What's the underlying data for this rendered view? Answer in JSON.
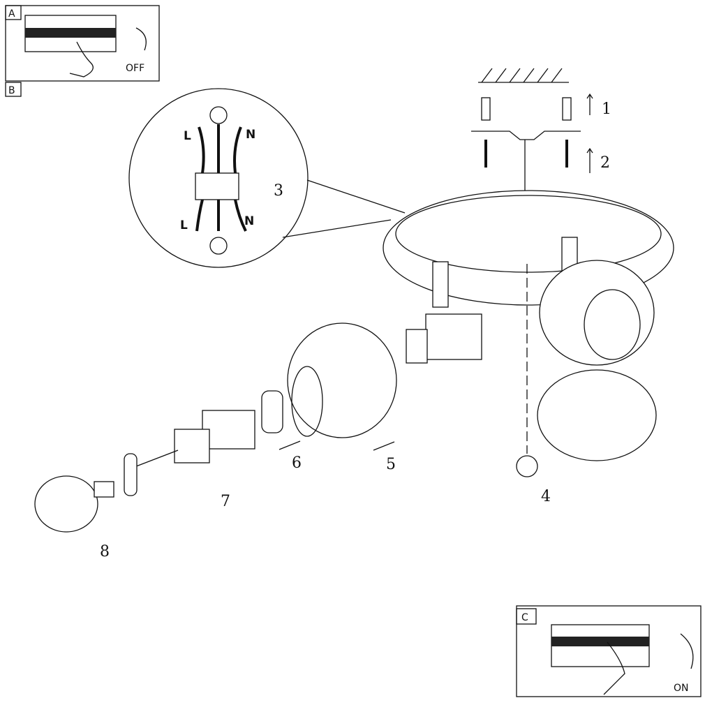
{
  "panels": {
    "a": {
      "letter": "A",
      "state": "OFF"
    },
    "b": {
      "letter": "B"
    },
    "c": {
      "letter": "C",
      "state": "ON"
    }
  },
  "wiring": {
    "live_top": "L",
    "neutral_top": "N",
    "live_bottom": "L",
    "neutral_bottom": "N"
  },
  "steps": [
    "1",
    "2",
    "3",
    "4",
    "5",
    "6",
    "7",
    "8"
  ]
}
